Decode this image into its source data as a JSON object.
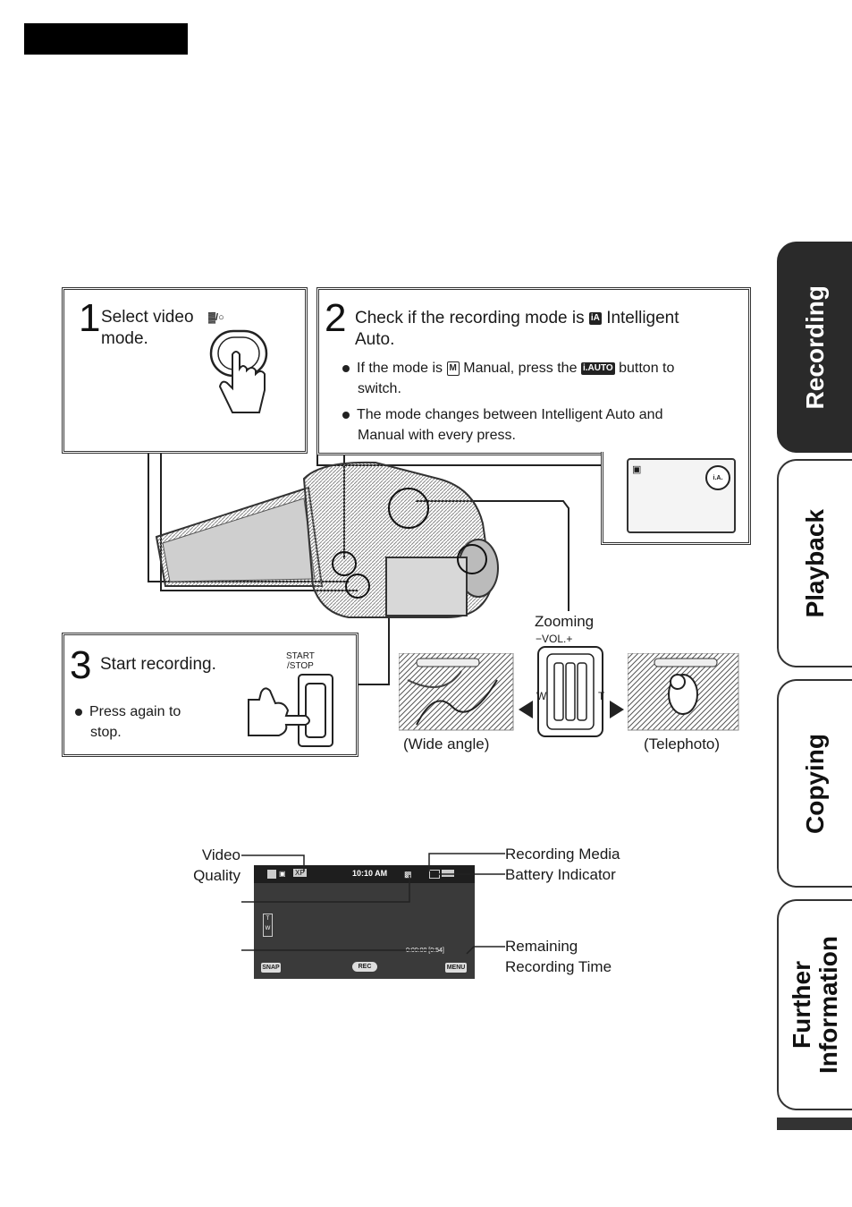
{
  "tabs": [
    {
      "label": "Recording",
      "active": true
    },
    {
      "label": "Playback",
      "active": false
    },
    {
      "label": "Copying",
      "active": false
    },
    {
      "label": "Further\nInformation",
      "active": false
    }
  ],
  "step1": {
    "number": "1",
    "text_line1": "Select video",
    "text_line2": "mode.",
    "button_label": "▓/○"
  },
  "step2": {
    "number": "2",
    "title_pre": "Check if the recording mode is",
    "title_icon": "iA",
    "title_post": "Intelligent",
    "title_line2": "Auto.",
    "bullet1_pre": "If the mode is",
    "bullet1_icon": "M",
    "bullet1_mid": "Manual, press the",
    "bullet1_icon2": "i.AUTO",
    "bullet1_post": "button to",
    "bullet1_line2": "switch.",
    "bullet2_line1": "The mode changes between Intelligent Auto and",
    "bullet2_line2": "Manual with every press.",
    "screen_badge": "i.A."
  },
  "step3": {
    "number": "3",
    "text": "Start recording.",
    "button_label_1": "START",
    "button_label_2": "/STOP",
    "bullet_line1": "Press again to",
    "bullet_line2": "stop."
  },
  "zoom": {
    "title": "Zooming",
    "vol_label": "−VOL.+",
    "w_label": "W",
    "t_label": "T",
    "wide_caption": "(Wide angle)",
    "tele_caption": "(Telephoto)"
  },
  "lcd": {
    "time": "10:10 AM",
    "quality": "XP",
    "remaining": "0:00:00 [0:54]",
    "rec_button": "REC",
    "menu_button": "MENU",
    "left_button": "SNAP",
    "zoom_w": "T",
    "zoom_t": "W"
  },
  "lcd_labels": {
    "video": "Video",
    "quality": "Quality",
    "recording_media": "Recording Media",
    "battery": "Battery Indicator",
    "remaining": "Remaining",
    "recording_time": "Recording Time"
  }
}
